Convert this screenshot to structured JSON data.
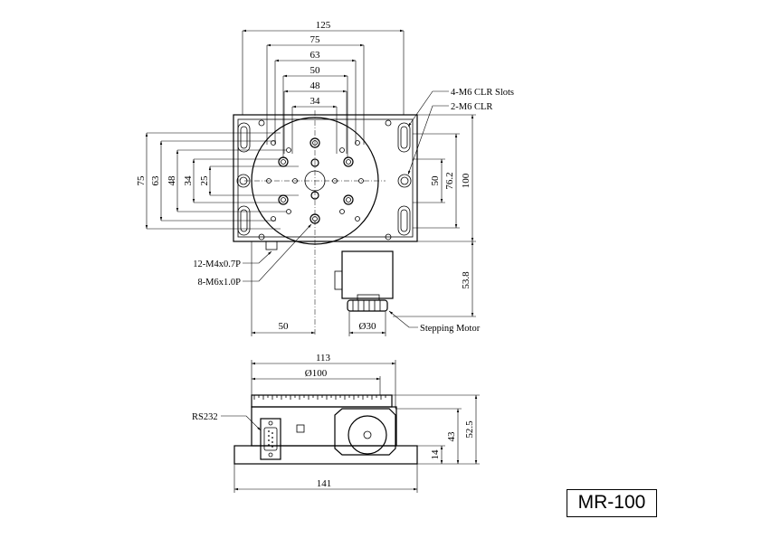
{
  "top_view": {
    "dims": {
      "w125": "125",
      "w75": "75",
      "w63": "63",
      "w50": "50",
      "w48": "48",
      "w34": "34",
      "v75": "75",
      "v63": "63",
      "v48": "48",
      "v34": "34",
      "v25": "25",
      "r50": "50",
      "r76_2": "76.2",
      "r100": "100",
      "motor_len": "53.8",
      "offset50": "50",
      "knob_dia": "Ø30"
    },
    "labels": {
      "slots": "4-M6 CLR Slots",
      "clr": "2-M6 CLR",
      "m4": "12-M4x0.7P",
      "m6": "8-M6x1.0P",
      "motor": "Stepping Motor"
    }
  },
  "side_view": {
    "dims": {
      "w113": "113",
      "d100": "Ø100",
      "w141": "141",
      "h52_5": "52.5",
      "h43": "43",
      "h14": "14"
    },
    "labels": {
      "rs232": "RS232"
    }
  },
  "model": "MR-100"
}
